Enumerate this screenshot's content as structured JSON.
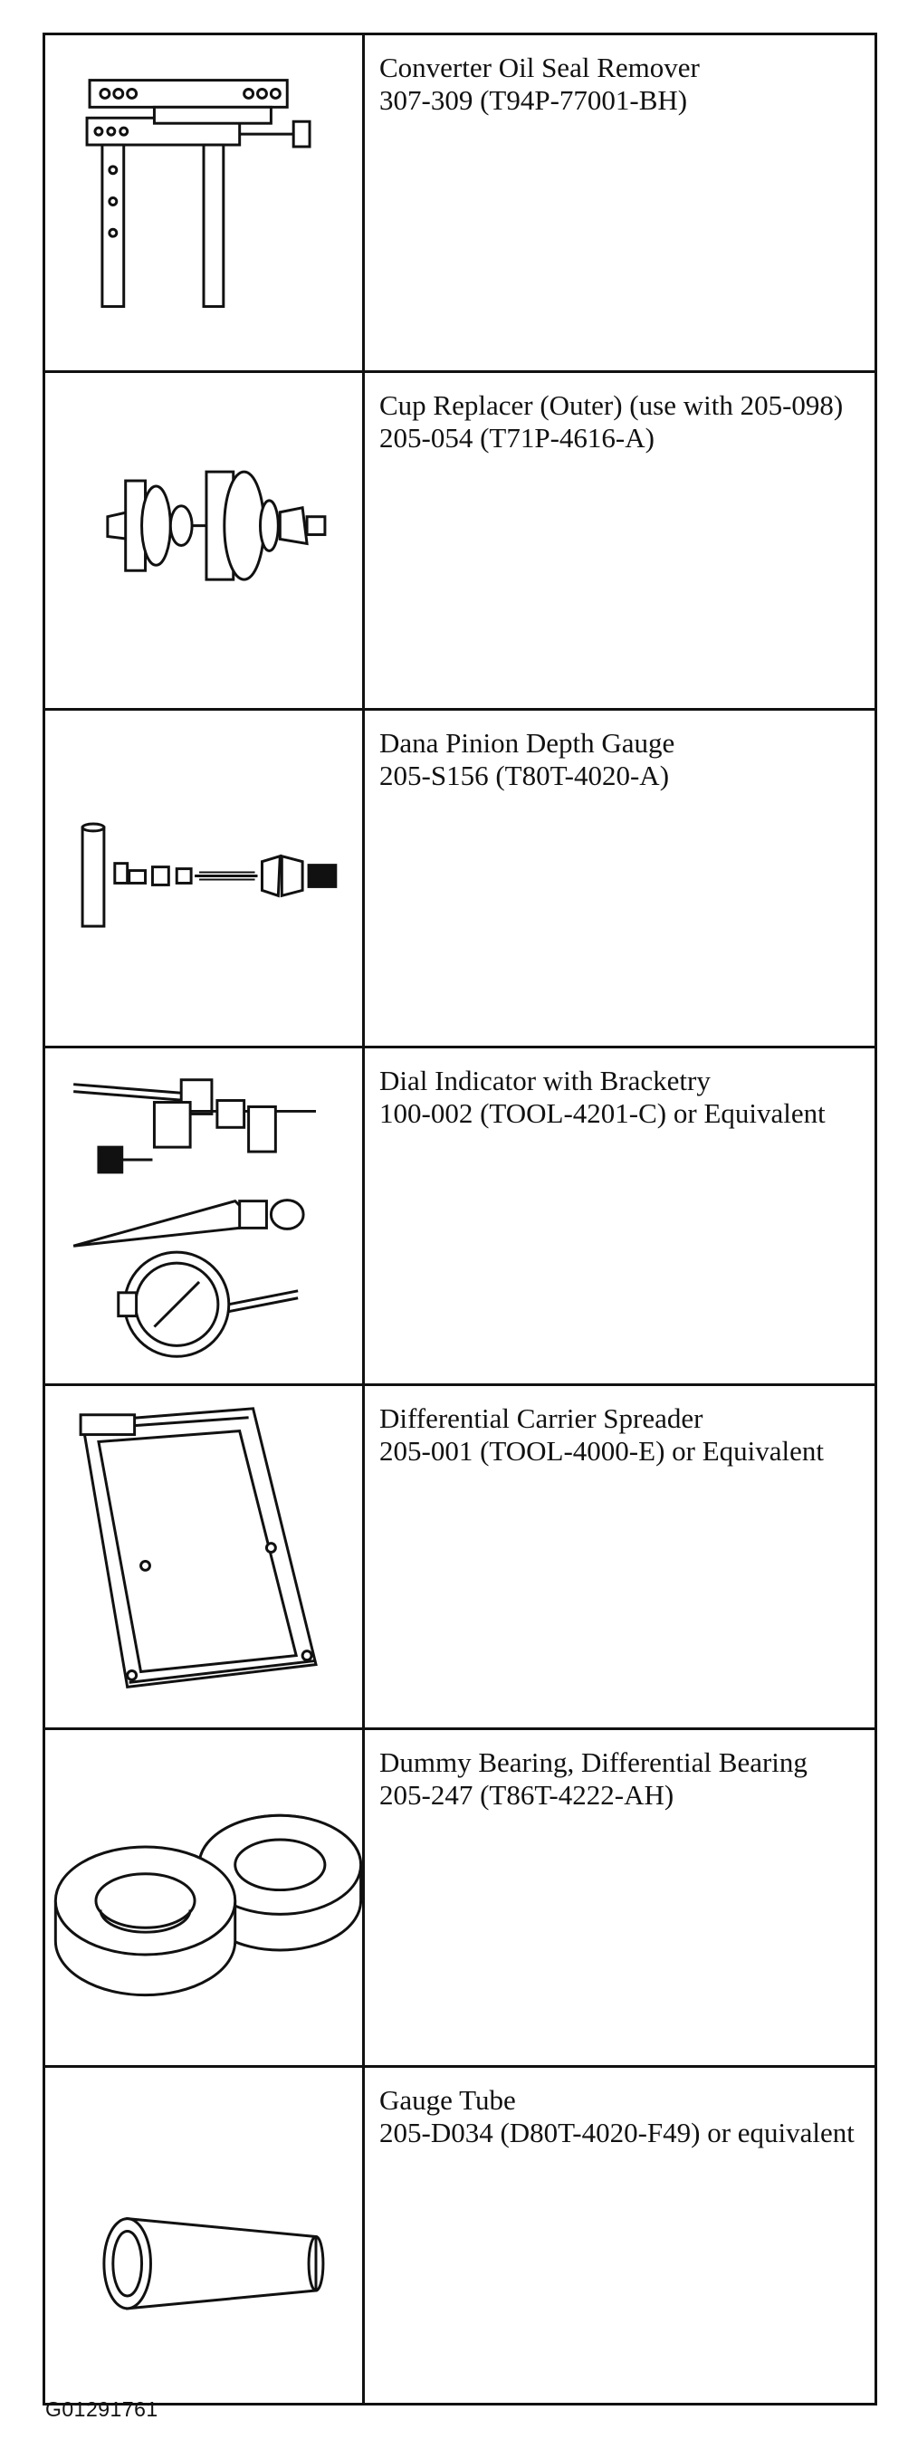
{
  "tools": [
    {
      "icon": "seal-remover-icon",
      "name": "Converter Oil Seal Remover",
      "part": "307-309 (T94P-77001-BH)"
    },
    {
      "icon": "cup-replacer-icon",
      "name": "Cup Replacer (Outer) (use with 205-098)",
      "part": "205-054 (T71P-4616-A)"
    },
    {
      "icon": "pinion-depth-gauge-icon",
      "name": "Dana Pinion Depth Gauge",
      "part": "205-S156 (T80T-4020-A)"
    },
    {
      "icon": "dial-indicator-icon",
      "name": "Dial Indicator with Bracketry",
      "part": "100-002 (TOOL-4201-C) or Equivalent"
    },
    {
      "icon": "carrier-spreader-icon",
      "name": "Differential Carrier Spreader",
      "part": "205-001 (TOOL-4000-E) or Equivalent"
    },
    {
      "icon": "dummy-bearing-icon",
      "name": "Dummy Bearing, Differential Bearing",
      "part": "205-247 (T86T-4222-AH)"
    },
    {
      "icon": "gauge-tube-icon",
      "name": "Gauge Tube",
      "part": "205-D034 (D80T-4020-F49) or equivalent"
    }
  ],
  "figure_id": "G01291761"
}
